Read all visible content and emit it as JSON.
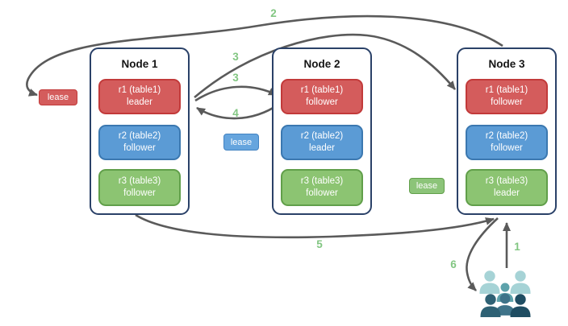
{
  "diagram": {
    "nodes": [
      {
        "title": "Node 1",
        "replicas": [
          {
            "label": "r1 (table1)",
            "role": "leader",
            "color": "red"
          },
          {
            "label": "r2 (table2)",
            "role": "follower",
            "color": "blue"
          },
          {
            "label": "r3 (table3)",
            "role": "follower",
            "color": "green"
          }
        ]
      },
      {
        "title": "Node 2",
        "replicas": [
          {
            "label": "r1 (table1)",
            "role": "follower",
            "color": "red"
          },
          {
            "label": "r2 (table2)",
            "role": "leader",
            "color": "blue"
          },
          {
            "label": "r3 (table3)",
            "role": "follower",
            "color": "green"
          }
        ]
      },
      {
        "title": "Node 3",
        "replicas": [
          {
            "label": "r1 (table1)",
            "role": "follower",
            "color": "red"
          },
          {
            "label": "r2 (table2)",
            "role": "follower",
            "color": "blue"
          },
          {
            "label": "r3 (table3)",
            "role": "leader",
            "color": "green"
          }
        ]
      }
    ],
    "leases": [
      {
        "label": "lease",
        "color": "red"
      },
      {
        "label": "lease",
        "color": "blue"
      },
      {
        "label": "lease",
        "color": "green"
      }
    ],
    "steps": {
      "s1": "1",
      "s2": "2",
      "s3a": "3",
      "s3b": "3",
      "s4": "4",
      "s5": "5",
      "s6": "6"
    },
    "colors": {
      "replica_red_fill": "#D45C5C",
      "replica_red_border": "#C23A3A",
      "replica_blue_fill": "#5B9BD5",
      "replica_blue_border": "#3B78B0",
      "replica_green_fill": "#8CC472",
      "replica_green_border": "#619F4A",
      "lease_blue_fill": "#66A5DE",
      "node_border": "#2A4168",
      "arrow": "#5A5A5A",
      "step_number": "#82C682",
      "users_light_teal": "#A6D3D6",
      "users_medium_teal": "#5DA2AB",
      "users_slate": "#3E7389",
      "users_dark_teal": "#2E6174",
      "users_darkest": "#1F4D62"
    }
  }
}
